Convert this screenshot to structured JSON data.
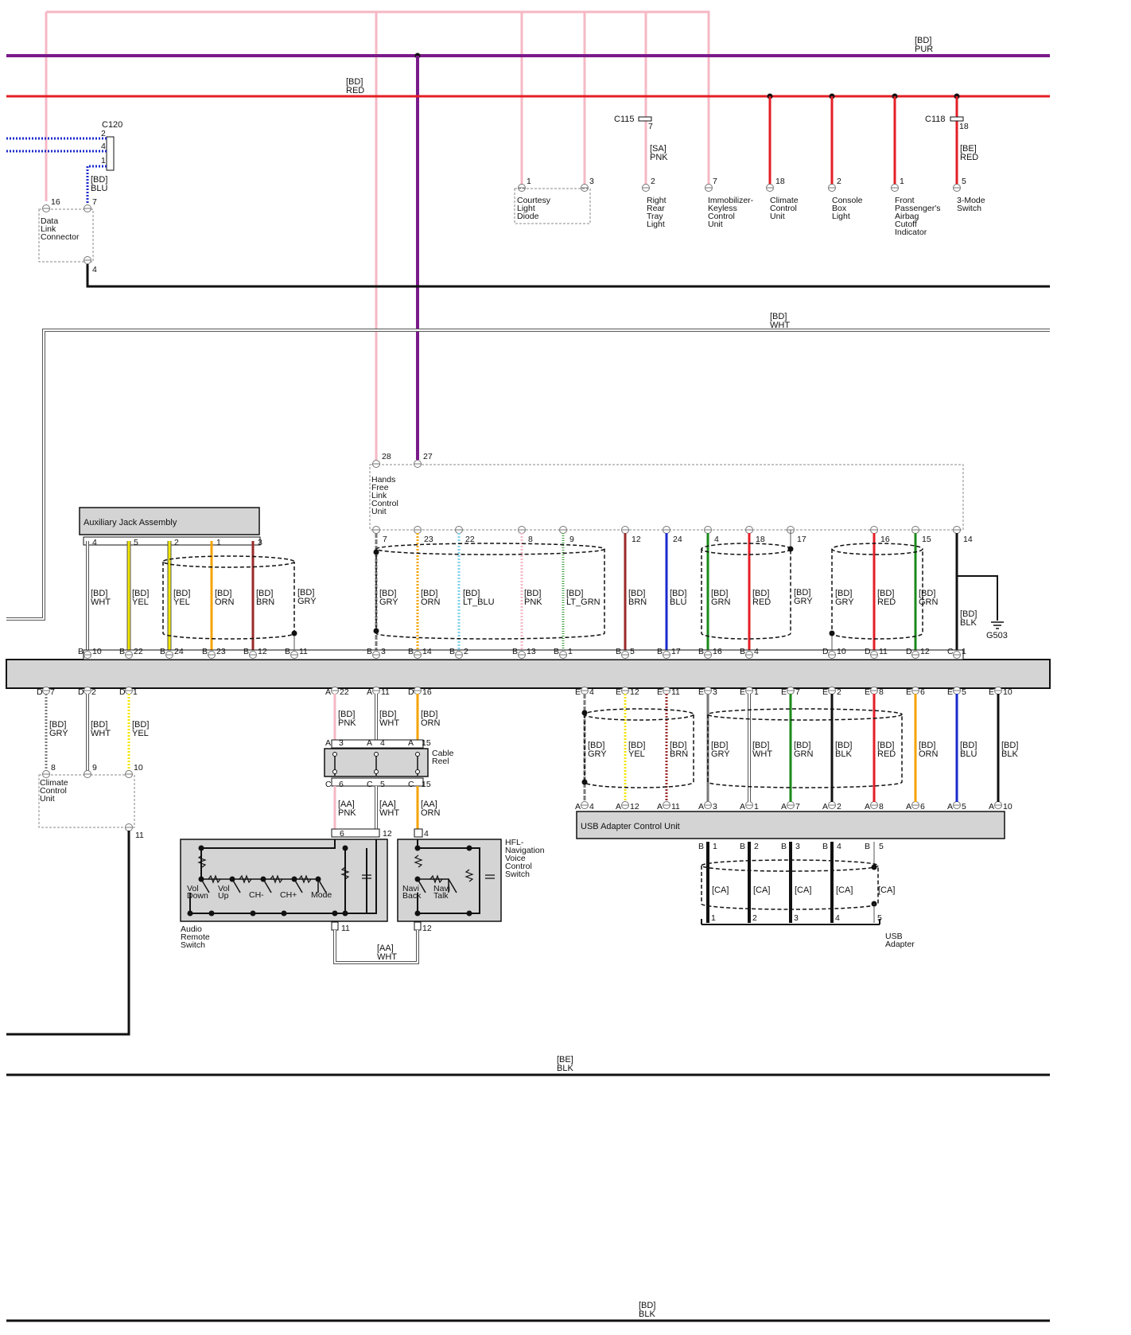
{
  "colors": {
    "pink": "#f5b8c4",
    "purple": "#7a1a8a",
    "red": "#e41e26",
    "blue": "#1a2acc",
    "black": "#111111",
    "yellow": "#f2e600",
    "orange": "#f5a300",
    "brown": "#9b2a2a",
    "gray": "#7a7a7a",
    "ltblue": "#7fd0ee",
    "green": "#1a8a1a",
    "white": "#cccccc",
    "ltgreen": "#3c9a3c",
    "connectorFill": "#d4d4d4"
  },
  "bus_labels": [
    {
      "code": "[BD]",
      "color": "PUR"
    },
    {
      "code": "[BD]",
      "color": "RED"
    },
    {
      "code": "[BD]",
      "color": "WHT"
    },
    {
      "code": "[BE]",
      "color": "BLK"
    },
    {
      "code": "[BD]",
      "color": "BLK"
    }
  ],
  "connectors": {
    "c120": "C120",
    "c115": "C115",
    "c118": "C118",
    "g503": "G503"
  },
  "wire_labels": [
    {
      "code": "[BD]",
      "color": "BLU"
    },
    {
      "code": "[SA]",
      "color": "PNK"
    },
    {
      "code": "[BE]",
      "color": "RED"
    },
    {
      "code": "[BD]",
      "color": "WHT"
    },
    {
      "code": "[BD]",
      "color": "YEL"
    },
    {
      "code": "[BD]",
      "color": "YEL"
    },
    {
      "code": "[BD]",
      "color": "ORN"
    },
    {
      "code": "[BD]",
      "color": "BRN"
    },
    {
      "code": "[BD]",
      "color": "GRY"
    },
    {
      "code": "[BD]",
      "color": "GRY"
    },
    {
      "code": "[BD]",
      "color": "ORN"
    },
    {
      "code": "[BD]",
      "color": "LT_BLU"
    },
    {
      "code": "[BD]",
      "color": "PNK"
    },
    {
      "code": "[BD]",
      "color": "LT_GRN"
    },
    {
      "code": "[BD]",
      "color": "BRN"
    },
    {
      "code": "[BD]",
      "color": "BLU"
    },
    {
      "code": "[BD]",
      "color": "GRN"
    },
    {
      "code": "[BD]",
      "color": "RED"
    },
    {
      "code": "[BD]",
      "color": "GRY"
    },
    {
      "code": "[BD]",
      "color": "GRY"
    },
    {
      "code": "[BD]",
      "color": "RED"
    },
    {
      "code": "[BD]",
      "color": "GRN"
    },
    {
      "code": "[BD]",
      "color": "BLK"
    },
    {
      "code": "[BD]",
      "color": "GRY"
    },
    {
      "code": "[BD]",
      "color": "WHT"
    },
    {
      "code": "[BD]",
      "color": "YEL"
    },
    {
      "code": "[BD]",
      "color": "PNK"
    },
    {
      "code": "[BD]",
      "color": "WHT"
    },
    {
      "code": "[BD]",
      "color": "ORN"
    },
    {
      "code": "[AA]",
      "color": "PNK"
    },
    {
      "code": "[AA]",
      "color": "WHT"
    },
    {
      "code": "[AA]",
      "color": "ORN"
    },
    {
      "code": "[AA]",
      "color": "WHT"
    },
    {
      "code": "[BD]",
      "color": "GRY"
    },
    {
      "code": "[BD]",
      "color": "YEL"
    },
    {
      "code": "[BD]",
      "color": "BRN"
    },
    {
      "code": "[BD]",
      "color": "GRY"
    },
    {
      "code": "[BD]",
      "color": "WHT"
    },
    {
      "code": "[BD]",
      "color": "GRN"
    },
    {
      "code": "[BD]",
      "color": "BLK"
    },
    {
      "code": "[BD]",
      "color": "RED"
    },
    {
      "code": "[BD]",
      "color": "ORN"
    },
    {
      "code": "[BD]",
      "color": "BLU"
    },
    {
      "code": "[BD]",
      "color": "BLK"
    }
  ],
  "ca_labels": [
    "[CA]",
    "[CA]",
    "[CA]",
    "[CA]",
    "[CA]"
  ],
  "components": {
    "data_link": [
      "Data",
      "Link",
      "Connector"
    ],
    "courtesy": [
      "Courtesy",
      "Light",
      "Diode"
    ],
    "rear_tray": [
      "Right",
      "Rear",
      "Tray",
      "Light"
    ],
    "immobilizer": [
      "Immobilizer-",
      "Keyless",
      "Control",
      "Unit"
    ],
    "climate_top": [
      "Climate",
      "Control",
      "Unit"
    ],
    "console": [
      "Console",
      "Box",
      "Light"
    ],
    "airbag": [
      "Front",
      "Passenger's",
      "Airbag",
      "Cutoff",
      "Indicator"
    ],
    "three_mode": [
      "3-Mode",
      "Switch"
    ],
    "hands_free": [
      "Hands",
      "Free",
      "Link",
      "Control",
      "Unit"
    ],
    "aux_jack": "Auxiliary Jack Assembly",
    "climate_bottom": [
      "Climate",
      "Control",
      "Unit"
    ],
    "cable_reel": [
      "Cable",
      "Reel"
    ],
    "hfl_nav": [
      "HFL-",
      "Navigation",
      "Voice",
      "Control",
      "Switch"
    ],
    "audio_remote": [
      "Audio",
      "Remote",
      "Switch"
    ],
    "usb_control": "USB Adapter Control Unit",
    "usb_adapter": [
      "USB",
      "Adapter"
    ]
  },
  "switch_labels": {
    "vol_down": [
      "Vol",
      "Down"
    ],
    "vol_up": [
      "Vol",
      "Up"
    ],
    "ch_minus": "CH-",
    "ch_plus": "CH+",
    "mode": "Mode",
    "navi_back": [
      "Navi",
      "Back"
    ],
    "navi_talk": [
      "Navi",
      "Talk"
    ]
  },
  "pin_numbers": {
    "top": [
      "2",
      "4",
      "1",
      "16",
      "7",
      "4",
      "1",
      "3",
      "7",
      "2",
      "7",
      "18",
      "2",
      "1",
      "5",
      "18",
      "7",
      "18",
      "28",
      "27"
    ],
    "hf": [
      "7",
      "23",
      "22",
      "8",
      "9",
      "12",
      "24",
      "4",
      "18",
      "17",
      "16",
      "15",
      "14"
    ],
    "aux": [
      "4",
      "5",
      "2",
      "1",
      "3"
    ],
    "bar_top": [
      "B",
      "10",
      "B",
      "22",
      "B",
      "24",
      "B",
      "23",
      "B",
      "12",
      "B",
      "11",
      "B",
      "3",
      "B",
      "14",
      "B",
      "2",
      "B",
      "13",
      "B",
      "1",
      "B",
      "5",
      "B",
      "17",
      "B",
      "16",
      "B",
      "4",
      "D",
      "10",
      "D",
      "11",
      "D",
      "12",
      "C",
      "1"
    ],
    "bar_bottom": [
      "D",
      "7",
      "D",
      "2",
      "D",
      "1",
      "A",
      "22",
      "A",
      "11",
      "D",
      "16",
      "E",
      "4",
      "E",
      "12",
      "E",
      "11",
      "E",
      "3",
      "E",
      "1",
      "E",
      "7",
      "E",
      "2",
      "E",
      "8",
      "E",
      "6",
      "E",
      "5",
      "E",
      "10"
    ],
    "climate_bottom": [
      "8",
      "9",
      "10",
      "11"
    ],
    "reel_top": [
      "A",
      "3",
      "A",
      "4",
      "A",
      "15"
    ],
    "reel_bottom": [
      "C",
      "6",
      "C",
      "5",
      "C",
      "15"
    ],
    "switch_pins": [
      "6",
      "12",
      "4",
      "11",
      "12"
    ],
    "usb_a": [
      "A",
      "4",
      "A",
      "12",
      "A",
      "11",
      "A",
      "3",
      "A",
      "1",
      "A",
      "7",
      "A",
      "2",
      "A",
      "8",
      "A",
      "6",
      "A",
      "5",
      "A",
      "10"
    ],
    "usb_b": [
      "B",
      "1",
      "B",
      "2",
      "B",
      "3",
      "B",
      "4",
      "B",
      "5"
    ],
    "usb_adapter_pins": [
      "1",
      "2",
      "3",
      "4",
      "5"
    ]
  }
}
